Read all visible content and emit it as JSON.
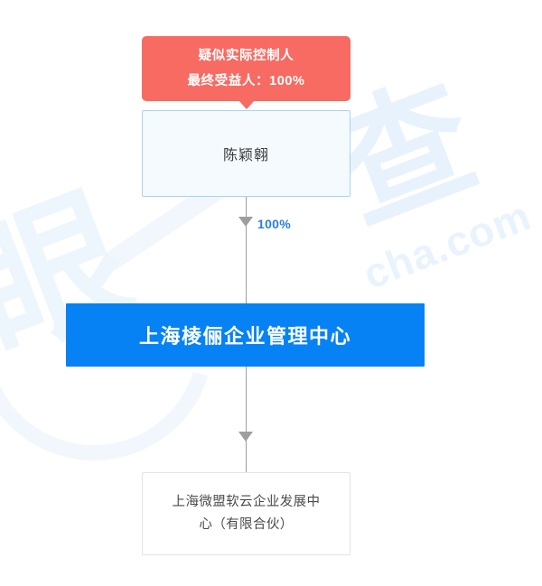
{
  "diagram": {
    "type": "ownership-structure-tree",
    "title_watermark": "天眼查",
    "watermarks": {
      "cn_mark_1": "查",
      "cn_mark_2": "眼",
      "domain_mark": "cha.com"
    },
    "badge": {
      "name": "suspected-actual-controller-badge",
      "line1": "疑似实际控制人",
      "line2": "最终受益人：100%",
      "color": "#f76b63",
      "text_color": "#ffffff"
    },
    "nodes": [
      {
        "id": "person",
        "label": "陈颖翱",
        "kind": "person",
        "fill": "#f4fafe",
        "border": "#a9d3f2",
        "text_color": "#3c3c3c"
      },
      {
        "id": "primary",
        "label": "上海棱俪企业管理中心",
        "kind": "focus-company",
        "fill": "#0682f5",
        "text_color": "#ffffff"
      },
      {
        "id": "leaf",
        "label_line1": "上海微盟软云企业发展中",
        "label_line2": "心（有限合伙）",
        "kind": "company",
        "fill": "#ffffff",
        "border": "#e3e3e3",
        "text_color": "#4a4a4a"
      }
    ],
    "edges": [
      {
        "id": "edge-person-to-primary",
        "from": "person",
        "to": "primary",
        "label": "100%",
        "label_color": "#2b7de0",
        "line_color": "#9e9e9e"
      },
      {
        "id": "edge-primary-to-leaf",
        "from": "primary",
        "to": "leaf",
        "label": "",
        "line_color": "#9e9e9e"
      }
    ]
  }
}
